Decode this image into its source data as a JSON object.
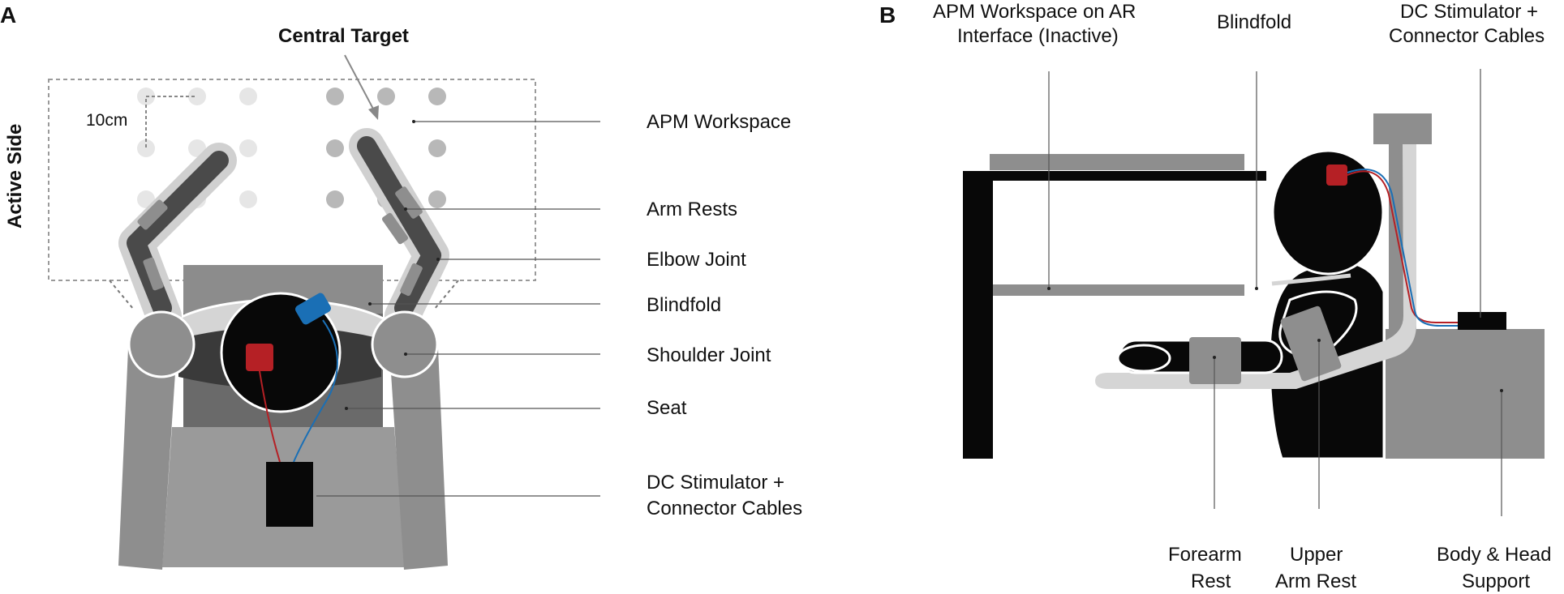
{
  "panel_a": {
    "letter": "A",
    "central_target": "Central Target",
    "active_side": "Active Side",
    "scale": "10cm",
    "labels": {
      "apm_workspace": "APM Workspace",
      "arm_rests": "Arm Rests",
      "elbow_joint": "Elbow Joint",
      "blindfold": "Blindfold",
      "shoulder_joint": "Shoulder Joint",
      "seat": "Seat",
      "dc_line1": "DC Stimulator +",
      "dc_line2": "Connector Cables"
    }
  },
  "panel_b": {
    "letter": "B",
    "labels": {
      "apm_ar_line1": "APM Workspace on AR",
      "apm_ar_line2": "Interface (Inactive)",
      "blindfold": "Blindfold",
      "dc_line1": "DC Stimulator +",
      "dc_line2": "Connector Cables",
      "forearm_line1": "Forearm",
      "forearm_line2": "Rest",
      "upper_arm_line1": "Upper",
      "upper_arm_line2": "Arm Rest",
      "body_head_line1": "Body & Head",
      "body_head_line2": "Support"
    }
  },
  "colors": {
    "red_electrode": "#b52025",
    "blue_electrode": "#1a6fb5",
    "dark": "#080808",
    "grey_device": "#8a8a8a"
  }
}
